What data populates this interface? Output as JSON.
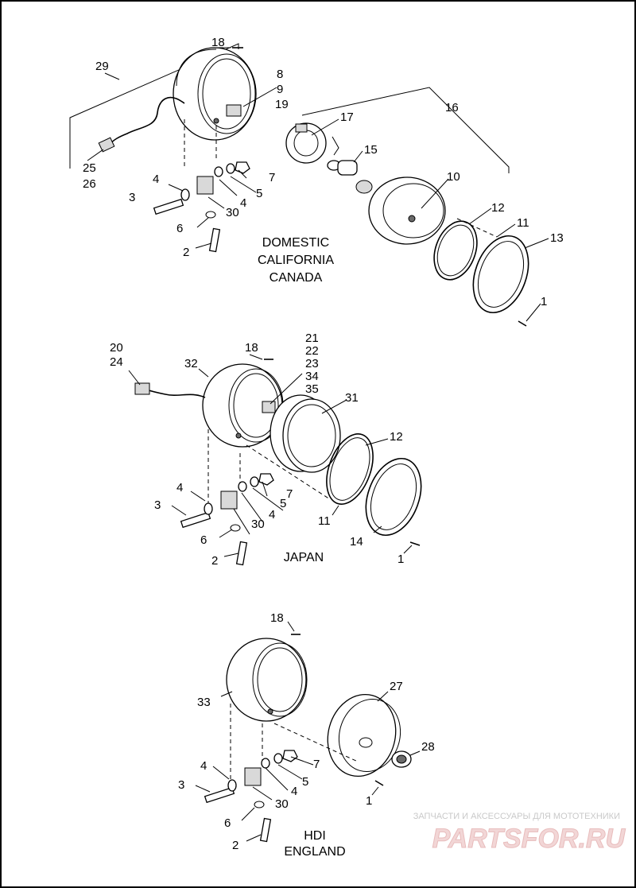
{
  "regions": {
    "top": [
      "DOMESTIC",
      "CALIFORNIA",
      "CANADA"
    ],
    "middle": "JAPAN",
    "bottom": [
      "HDI",
      "ENGLAND"
    ]
  },
  "callouts_top": [
    "29",
    "18",
    "8",
    "9",
    "19",
    "25",
    "26",
    "4",
    "3",
    "30",
    "6",
    "2",
    "7",
    "5",
    "4",
    "17",
    "16",
    "15",
    "10",
    "12",
    "11",
    "13",
    "1"
  ],
  "callouts_middle": [
    "20",
    "24",
    "18",
    "32",
    "21",
    "22",
    "23",
    "34",
    "35",
    "31",
    "12",
    "4",
    "3",
    "30",
    "6",
    "2",
    "7",
    "5",
    "4",
    "11",
    "14",
    "1"
  ],
  "callouts_bottom": [
    "18",
    "33",
    "27",
    "28",
    "4",
    "3",
    "30",
    "6",
    "2",
    "7",
    "5",
    "4",
    "1"
  ],
  "watermark": {
    "tagline": "ЗАПЧАСТИ И АКСЕССУАРЫ ДЛЯ МОТОТЕХНИКИ",
    "brand": "PARTSFOR.RU"
  },
  "colors": {
    "line": "#000000",
    "background": "#ffffff",
    "watermark": "#e8bcbc"
  }
}
